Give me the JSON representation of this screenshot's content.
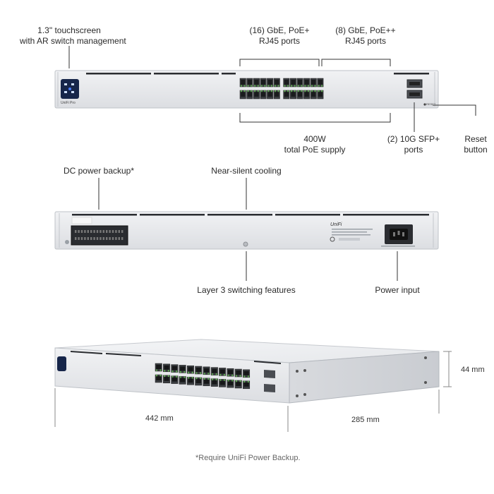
{
  "front": {
    "touchscreen_line1": "1.3\" touchscreen",
    "touchscreen_line2": "with AR switch management",
    "poe_plus_line1": "(16) GbE, PoE+",
    "poe_plus_line2": "RJ45 ports",
    "poe_pp_line1": "(8) GbE, PoE++",
    "poe_pp_line2": "RJ45 ports",
    "supply_line1": "400W",
    "supply_line2": "total PoE supply",
    "sfp_line1": "(2) 10G SFP+",
    "sfp_line2": "ports",
    "reset_line1": "Reset",
    "reset_line2": "button",
    "logo_text": "UniFi Pro",
    "reset_text": "RESET"
  },
  "back": {
    "dc_backup": "DC power backup*",
    "cooling": "Near-silent cooling",
    "layer3": "Layer 3 switching features",
    "power_input": "Power input",
    "brand_text": "UniFi"
  },
  "dimensions": {
    "width": "442 mm",
    "depth": "285 mm",
    "height": "44 mm"
  },
  "footnote": "*Require UniFi Power Backup.",
  "colors": {
    "chassis": "#e4e6ea",
    "port_green": "#5ea552",
    "screen": "#17264a"
  }
}
